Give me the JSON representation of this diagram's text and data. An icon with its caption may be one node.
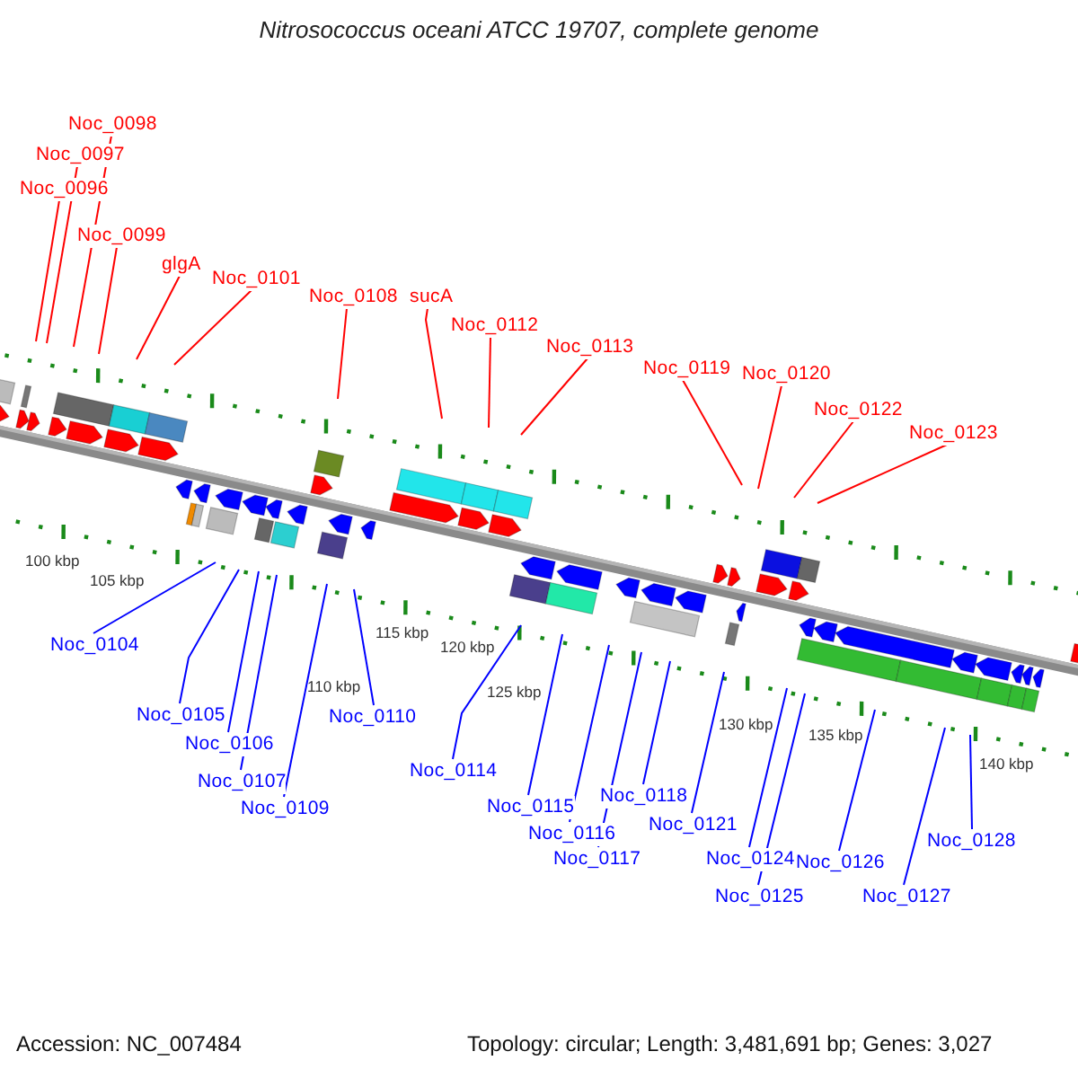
{
  "diagram": {
    "title": "Nitrosococcus oceani ATCC 19707, complete genome",
    "nodes": [
      {
        "text": [
          "Noc_0098"
        ]
      },
      {
        "text": [
          "Noc_0097"
        ]
      },
      {
        "text": [
          "Noc_0096"
        ]
      },
      {
        "text": [
          "Noc_0099"
        ]
      },
      {
        "text": [
          "glgA"
        ]
      },
      {
        "text": [
          "Noc_0101"
        ]
      },
      {
        "text": [
          "Noc_0108"
        ]
      },
      {
        "text": [
          "sucA"
        ]
      },
      {
        "text": [
          "Noc_0112"
        ]
      },
      {
        "text": [
          "Noc_0113"
        ]
      },
      {
        "text": [
          "Noc_0119"
        ]
      },
      {
        "text": [
          "Noc_0120"
        ]
      },
      {
        "text": [
          "Noc_0122"
        ]
      },
      {
        "text": [
          "Noc_0123"
        ]
      },
      {
        "text": [
          "Noc_0104"
        ]
      },
      {
        "text": [
          "Noc_0105"
        ]
      },
      {
        "text": [
          "Noc_0106"
        ]
      },
      {
        "text": [
          "Noc_0107"
        ]
      },
      {
        "text": [
          "Noc_0109"
        ]
      },
      {
        "text": [
          "Noc_0110"
        ]
      },
      {
        "text": [
          "Noc_0114"
        ]
      },
      {
        "text": [
          "Noc_0115"
        ]
      },
      {
        "text": [
          "Noc_0116"
        ]
      },
      {
        "text": [
          "Noc_0117"
        ]
      },
      {
        "text": [
          "Noc_0118"
        ]
      },
      {
        "text": [
          "Noc_0121"
        ]
      },
      {
        "text": [
          "Noc_0124"
        ]
      },
      {
        "text": [
          "Noc_0125"
        ]
      },
      {
        "text": [
          "Noc_0126"
        ]
      },
      {
        "text": [
          "Noc_0127"
        ]
      },
      {
        "text": [
          "Noc_0128"
        ]
      }
    ],
    "edges": [
      {
        "from": 0,
        "to": null,
        "arrow": "none",
        "color": "#ff0000"
      },
      {
        "from": 1,
        "to": null,
        "arrow": "none",
        "color": "#ff0000"
      },
      {
        "from": 2,
        "to": null,
        "arrow": "none",
        "color": "#ff0000"
      },
      {
        "from": 3,
        "to": null,
        "arrow": "none",
        "color": "#ff0000"
      },
      {
        "from": 4,
        "to": null,
        "arrow": "none",
        "color": "#ff0000"
      },
      {
        "from": 5,
        "to": null,
        "arrow": "none",
        "color": "#ff0000"
      },
      {
        "from": 6,
        "to": null,
        "arrow": "none",
        "color": "#ff0000"
      },
      {
        "from": 7,
        "to": null,
        "arrow": "none",
        "color": "#ff0000"
      },
      {
        "from": 8,
        "to": null,
        "arrow": "none",
        "color": "#ff0000"
      },
      {
        "from": 9,
        "to": null,
        "arrow": "none",
        "color": "#ff0000"
      },
      {
        "from": 10,
        "to": null,
        "arrow": "none",
        "color": "#ff0000"
      },
      {
        "from": 11,
        "to": null,
        "arrow": "none",
        "color": "#ff0000"
      },
      {
        "from": 12,
        "to": null,
        "arrow": "none",
        "color": "#ff0000"
      },
      {
        "from": 13,
        "to": null,
        "arrow": "none",
        "color": "#ff0000"
      },
      {
        "from": 14,
        "to": null,
        "arrow": "none"
      },
      {
        "from": 15,
        "to": null,
        "arrow": "none"
      },
      {
        "from": 16,
        "to": null,
        "arrow": "none"
      },
      {
        "from": 17,
        "to": null,
        "arrow": "none"
      },
      {
        "from": 18,
        "to": null,
        "arrow": "none"
      },
      {
        "from": 19,
        "to": null,
        "arrow": "none"
      },
      {
        "from": 20,
        "to": null,
        "arrow": "none"
      },
      {
        "from": 21,
        "to": null,
        "arrow": "none"
      },
      {
        "from": 22,
        "to": null,
        "arrow": "none"
      },
      {
        "from": 23,
        "to": null,
        "arrow": "none"
      },
      {
        "from": 24,
        "to": null,
        "arrow": "none"
      },
      {
        "from": 25,
        "to": null,
        "arrow": "none"
      },
      {
        "from": 26,
        "to": null,
        "arrow": "none"
      },
      {
        "from": 27,
        "to": null,
        "arrow": "none"
      },
      {
        "from": 28,
        "to": null,
        "arrow": "none"
      },
      {
        "from": 29,
        "to": null,
        "arrow": "none"
      },
      {
        "from": 30,
        "to": null,
        "arrow": "none"
      }
    ],
    "labels": [
      "100 kbp",
      "105 kbp",
      "110 kbp",
      "115 kbp",
      "120 kbp",
      "125 kbp",
      "130 kbp",
      "135 kbp",
      "140 kbp",
      "Accession: NC_007484",
      "Topology: circular; Length: 3,481,691 bp; Genes: 3,027"
    ]
  }
}
